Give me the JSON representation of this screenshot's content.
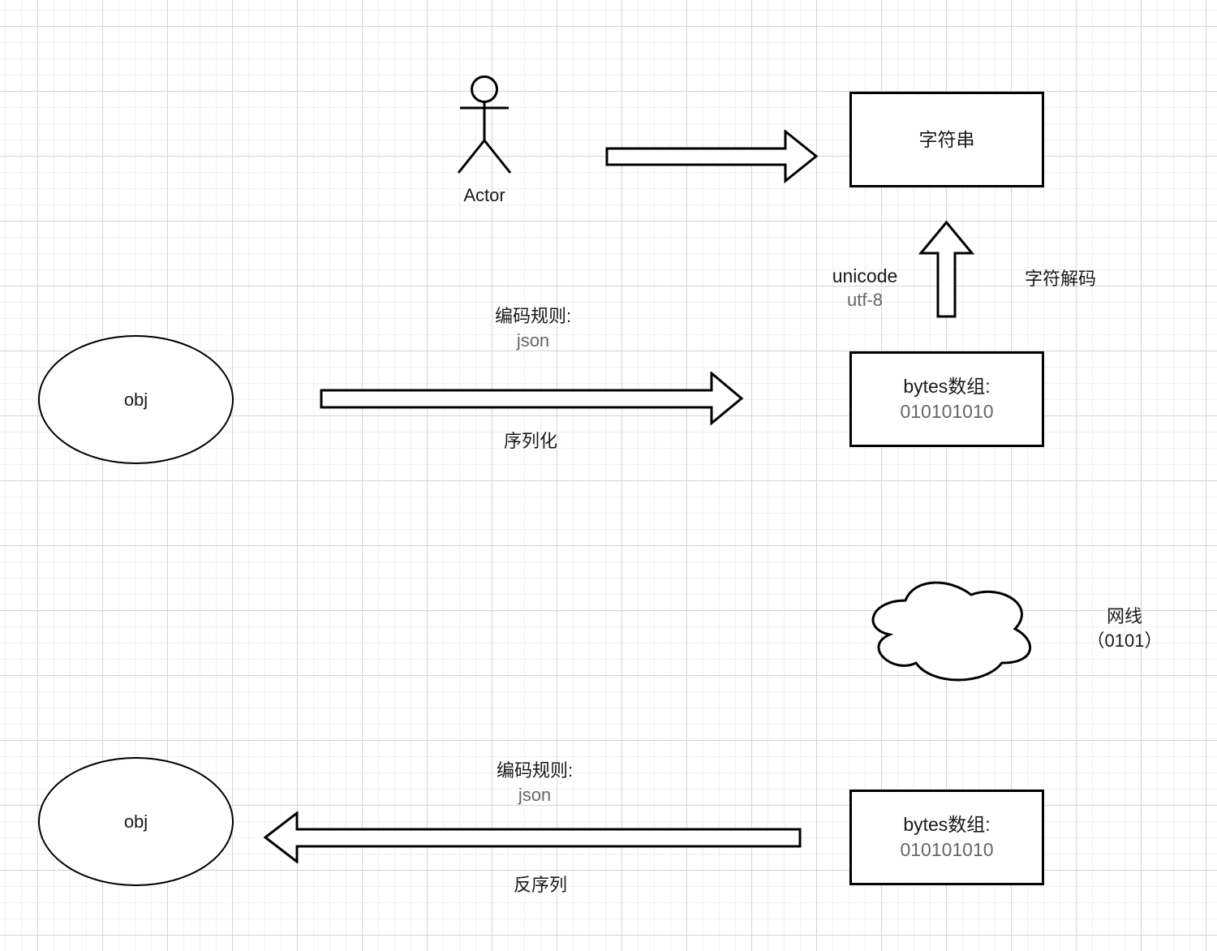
{
  "diagram": {
    "actor": {
      "label": "Actor"
    },
    "string_box": {
      "label": "字符串"
    },
    "bytes_box_top": {
      "title": "bytes数组:",
      "value": "010101010"
    },
    "bytes_box_bottom": {
      "title": "bytes数组:",
      "value": "010101010"
    },
    "obj_top": {
      "label": "obj"
    },
    "obj_bottom": {
      "label": "obj"
    },
    "network": {
      "line1": "网线",
      "line2": "（0101）"
    },
    "decode": {
      "left_line1": "unicode",
      "left_line2": "utf-8",
      "right": "字符解码"
    },
    "serialize": {
      "rule_title": "编码规则:",
      "rule_value": "json",
      "label": "序列化"
    },
    "deserialize": {
      "rule_title": "编码规则:",
      "rule_value": "json",
      "label": "反序列"
    }
  },
  "colors": {
    "stroke": "#000000",
    "text": "#191919",
    "muted": "#666666",
    "grid_minor": "#f1f1f1",
    "grid_major": "#d5d5d5",
    "background": "#ffffff"
  }
}
